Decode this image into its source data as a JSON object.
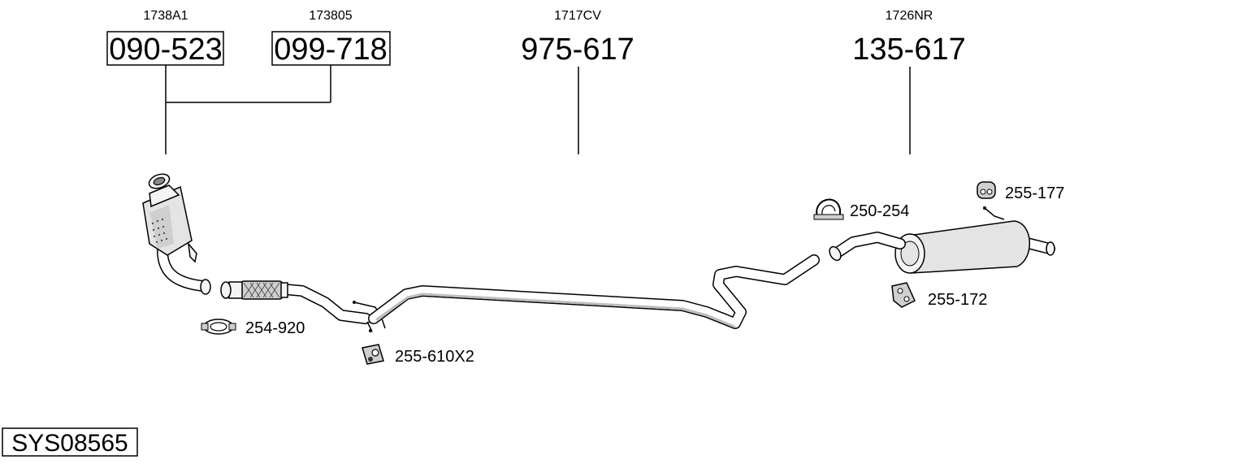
{
  "diagram": {
    "system_code": "SYS08565",
    "parts": [
      {
        "id": "catalyst",
        "code": "1738A1",
        "number": "090-523",
        "boxed": true
      },
      {
        "id": "front-pipe",
        "code": "173805",
        "number": "099-718",
        "boxed": true
      },
      {
        "id": "middle-pipe",
        "code": "1717CV",
        "number": "975-617",
        "boxed": false
      },
      {
        "id": "rear-silencer",
        "code": "1726NR",
        "number": "135-617",
        "boxed": false
      }
    ],
    "accessories": [
      {
        "id": "clamp-front",
        "number": "254-920",
        "icon": "clamp-ring-icon"
      },
      {
        "id": "rubber-mount-front",
        "number": "255-610X2",
        "icon": "rubber-mount-icon"
      },
      {
        "id": "clamp-rear",
        "number": "250-254",
        "icon": "u-clamp-icon"
      },
      {
        "id": "rubber-mount-rear-top",
        "number": "255-177",
        "icon": "rubber-ring-icon"
      },
      {
        "id": "rubber-mount-rear-bottom",
        "number": "255-172",
        "icon": "mount-bracket-icon"
      }
    ]
  }
}
